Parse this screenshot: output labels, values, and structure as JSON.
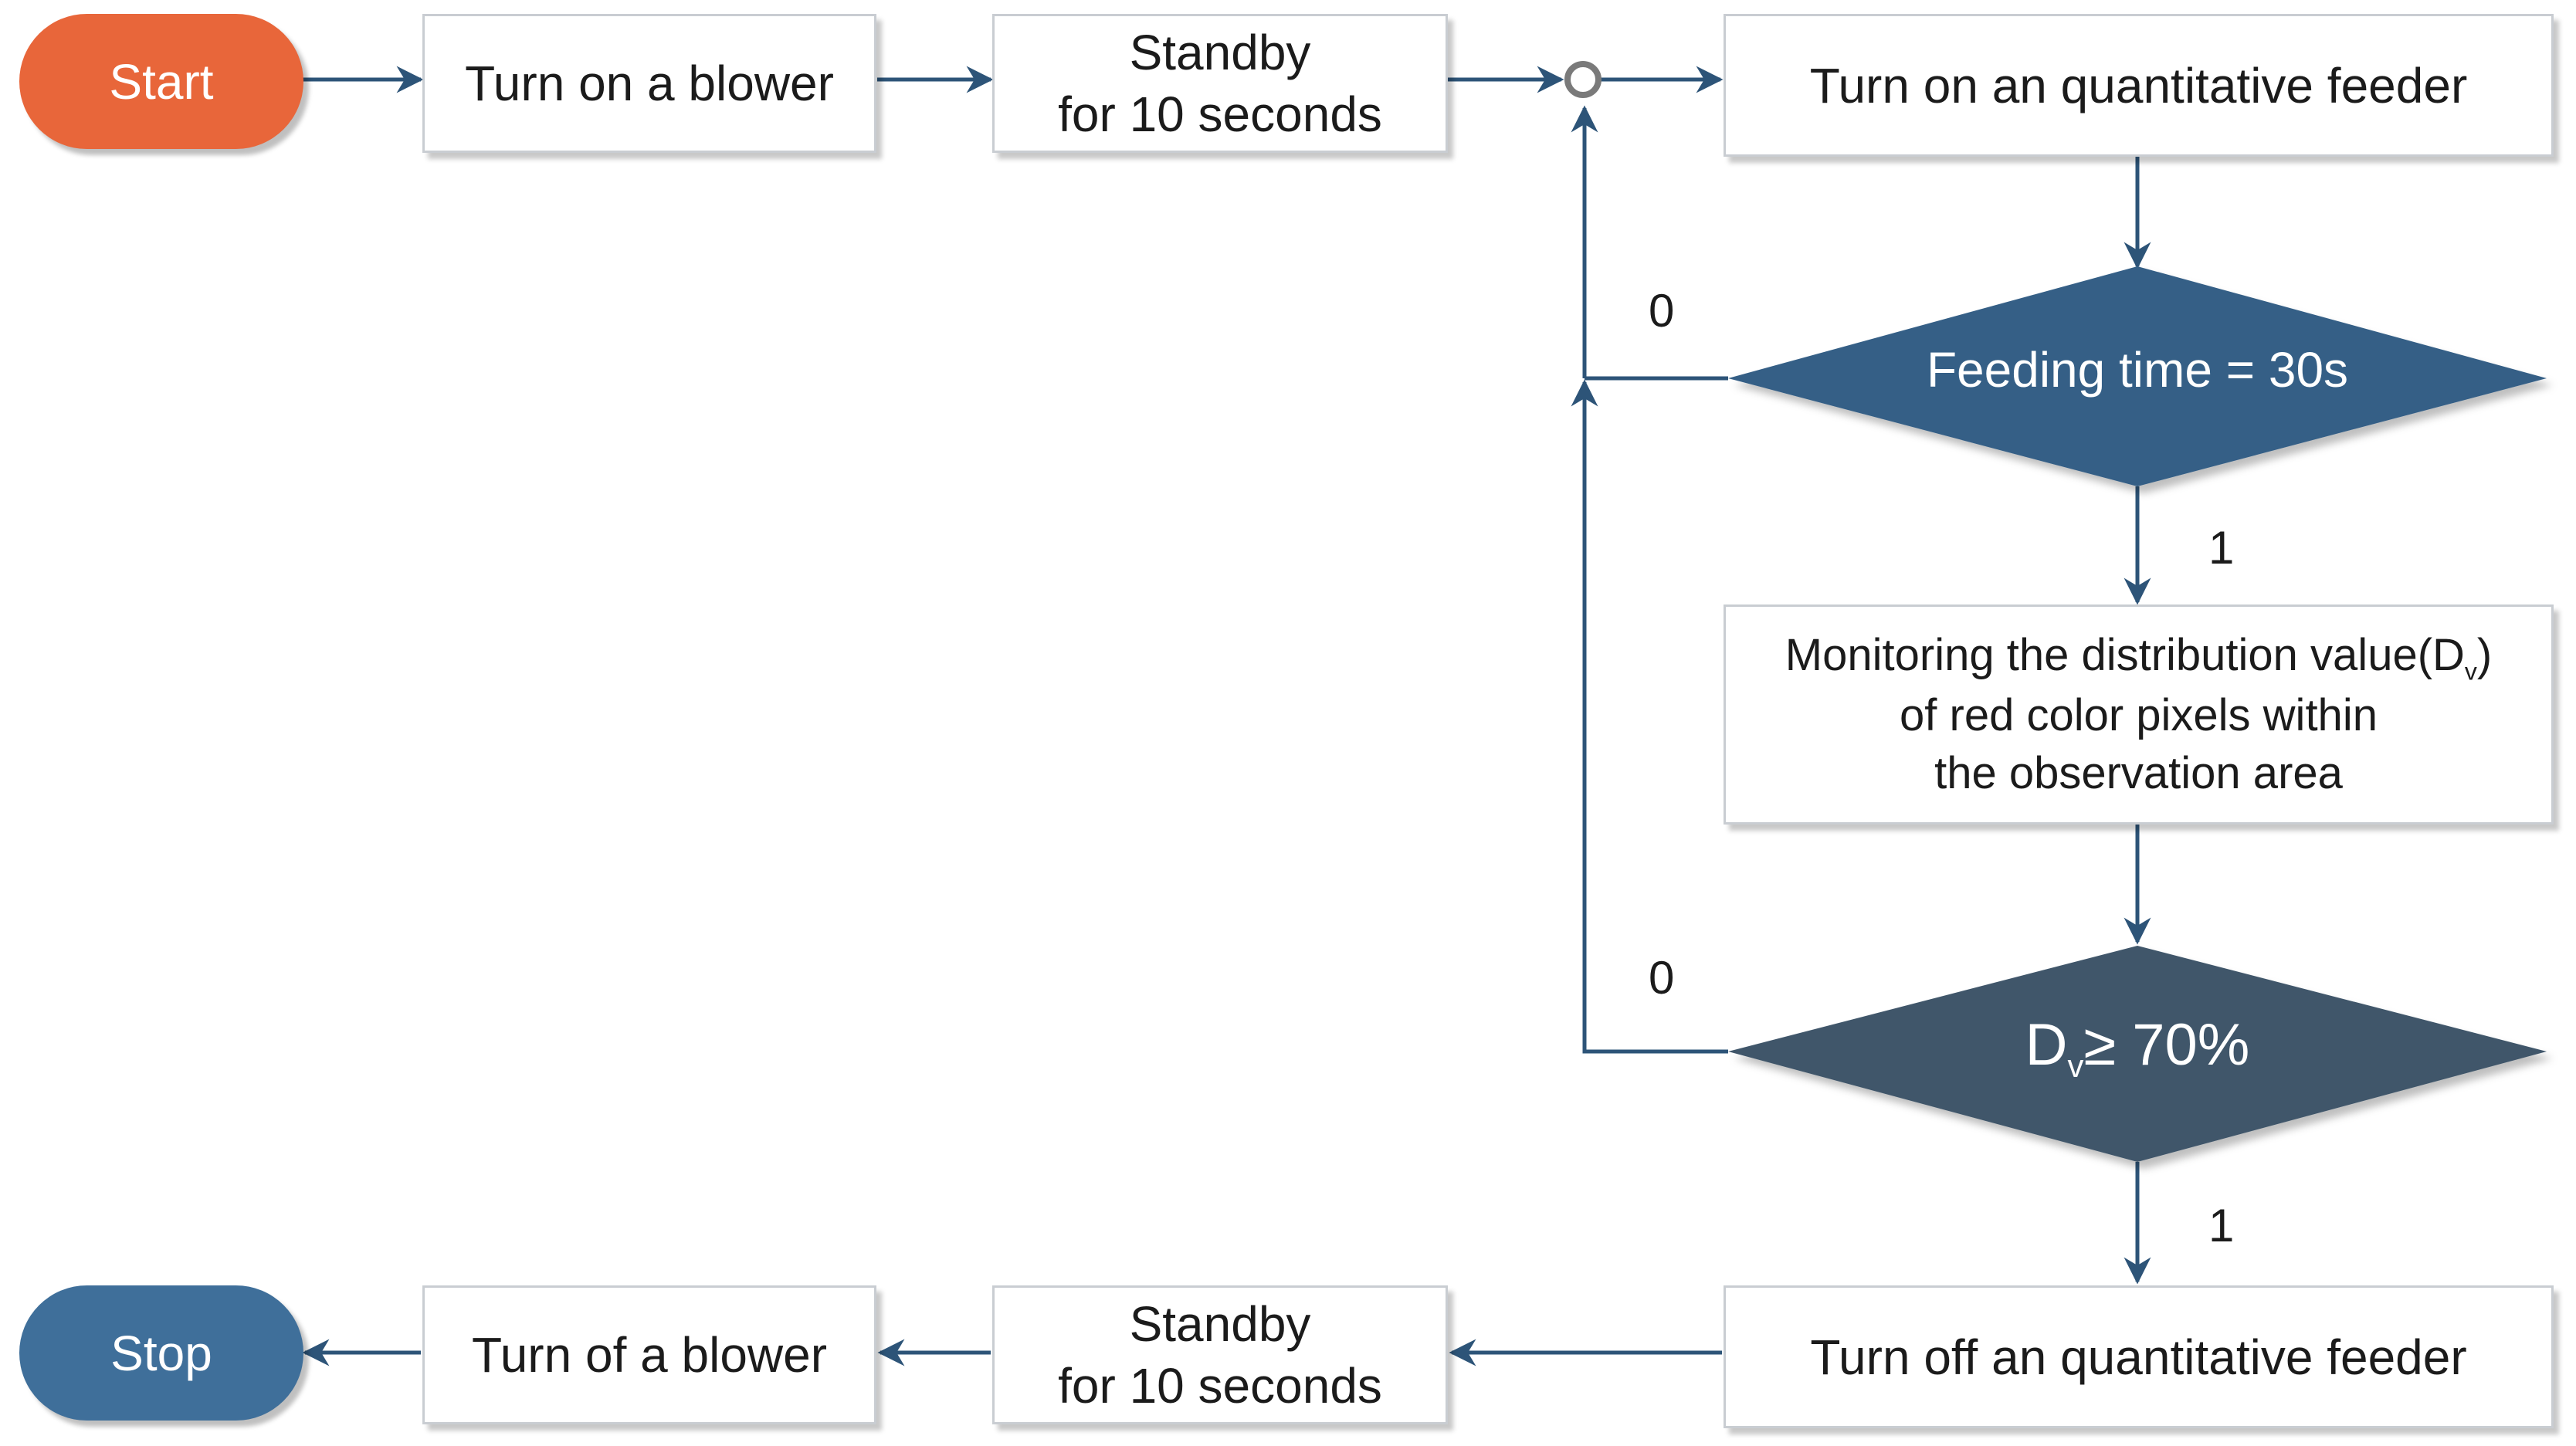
{
  "nodes": {
    "start": "Start",
    "blower_on": "Turn on a blower",
    "standby_top": [
      "Standby",
      "for 10 seconds"
    ],
    "feeder_on": "Turn on an quantitative feeder",
    "feeding_check": "Feeding time = 30s",
    "monitor": {
      "line1_prefix": "Monitoring the distribution value(D",
      "line1_sub": "v",
      "line1_suffix": ")",
      "line2": "of red color pixels within",
      "line3": "the observation area"
    },
    "dv_check": {
      "prefix": "D",
      "sub": "v",
      "suffix": "≥ 70%"
    },
    "feeder_off": "Turn off an quantitative feeder",
    "standby_bottom": [
      "Standby",
      "for 10 seconds"
    ],
    "blower_off": "Turn of a blower",
    "stop": "Stop"
  },
  "branch_labels": {
    "feeding_no": "0",
    "feeding_yes": "1",
    "dv_no": "0",
    "dv_yes": "1"
  },
  "colors": {
    "start": "#e8663a",
    "stop": "#3f6f9a",
    "decision_feeding": "#345f86",
    "decision_dv": "#40576b",
    "connector": "#2d5478"
  }
}
